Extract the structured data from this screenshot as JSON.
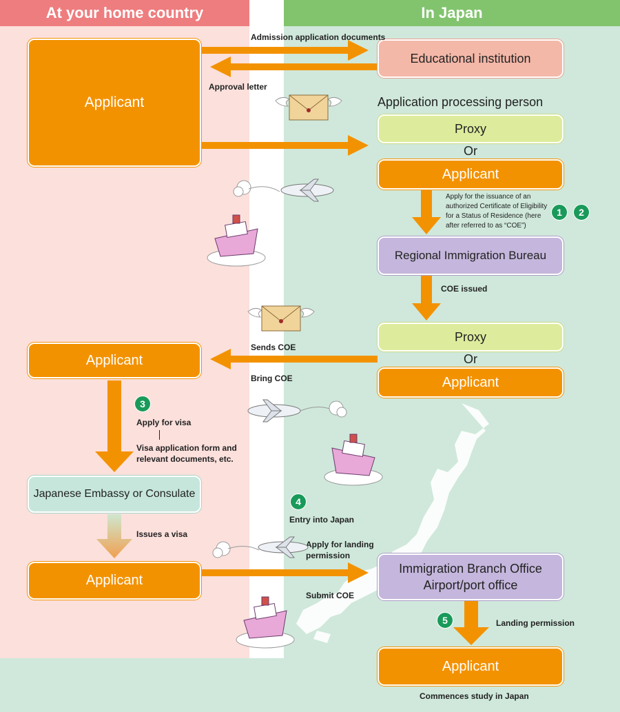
{
  "header": {
    "left": "At your home country",
    "right": "In Japan"
  },
  "colors": {
    "orange": "#f39200",
    "step_green": "#1a9a5a",
    "left_bg": "#fbe0dc",
    "right_bg": "#cfe8db"
  },
  "boxes": {
    "applicant_main": "Applicant",
    "educational_institution": "Educational institution",
    "processing_title": "Application processing person",
    "proxy_1": "Proxy",
    "or_1": "Or",
    "applicant_right_1": "Applicant",
    "regional_bureau": "Regional Immigration Bureau",
    "proxy_2": "Proxy",
    "or_2": "Or",
    "applicant_right_2": "Applicant",
    "applicant_left_2": "Applicant",
    "embassy": "Japanese Embassy or Consulate",
    "applicant_left_3": "Applicant",
    "immigration_branch_line1": "Immigration Branch Office",
    "immigration_branch_line2": "Airport/port office",
    "applicant_final": "Applicant"
  },
  "labels": {
    "admission_docs": "Admission application documents",
    "approval_letter": "Approval letter",
    "apply_coe_1": "Apply for the issuance of an",
    "apply_coe_2": "authorized Certificate of Eligibility",
    "apply_coe_3": "for a Status of Residence (here",
    "apply_coe_4": "after referred to as “COE”)",
    "coe_issued": "COE issued",
    "sends_coe": "Sends COE",
    "bring_coe": "Bring COE",
    "apply_visa": "Apply for visa",
    "visa_form_1": "Visa application form and",
    "visa_form_2": "relevant documents, etc.",
    "issues_visa": "Issues a visa",
    "entry_japan": "Entry into Japan",
    "apply_landing_1": "Apply for landing",
    "apply_landing_2": "permission",
    "submit_coe": "Submit COE",
    "landing_permission": "Landing permission",
    "commences": "Commences study in Japan"
  },
  "steps": {
    "s1": "1",
    "s2": "2",
    "s3": "3",
    "s4": "4",
    "s5": "5"
  },
  "icons": [
    "envelope-icon",
    "airplane-icon",
    "ship-icon",
    "japan-map-icon"
  ]
}
